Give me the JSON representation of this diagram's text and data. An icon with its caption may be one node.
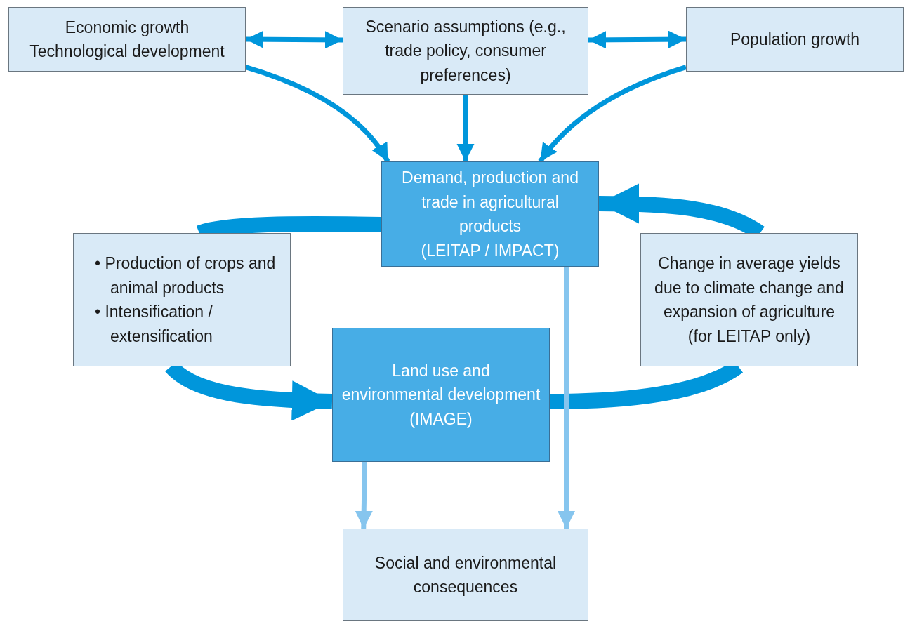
{
  "diagram": {
    "nodes": [
      {
        "text": [
          "Economic growth",
          "Technological development"
        ]
      },
      {
        "text": [
          "Scenario assumptions (e.g., trade policy, consumer preferences)"
        ]
      },
      {
        "text": [
          "Population growth"
        ]
      },
      {
        "text": [
          "Demand, production and trade in agricultural products",
          "(LEITAP / IMPACT)"
        ]
      },
      {
        "text": [
          "• Production of crops and animal products",
          "• Intensification / extensification"
        ]
      },
      {
        "text": [
          "Land use and environmental development",
          "(IMAGE)"
        ]
      },
      {
        "text": [
          "Change in average yields due to climate change and expansion of agriculture",
          "(for LEITAP only)"
        ]
      },
      {
        "text": [
          "Social and environmental consequences"
        ]
      }
    ],
    "edges": [
      {
        "from": 0,
        "to": 1,
        "arrow": "both"
      },
      {
        "from": 1,
        "to": 2,
        "arrow": "both"
      },
      {
        "from": 0,
        "to": 3,
        "arrow": "to"
      },
      {
        "from": 1,
        "to": 3,
        "arrow": "to"
      },
      {
        "from": 2,
        "to": 3,
        "arrow": "to"
      },
      {
        "from": 3,
        "to": 4,
        "arrow": "none",
        "style": "thick"
      },
      {
        "from": 4,
        "to": 5,
        "arrow": "to",
        "style": "thick"
      },
      {
        "from": 5,
        "to": 6,
        "arrow": "none",
        "style": "thick"
      },
      {
        "from": 6,
        "to": 3,
        "arrow": "to",
        "style": "thick"
      },
      {
        "from": 3,
        "to": 7,
        "arrow": "to",
        "color": "#86c5ee"
      },
      {
        "from": 5,
        "to": 7,
        "arrow": "to",
        "color": "#86c5ee"
      }
    ]
  }
}
